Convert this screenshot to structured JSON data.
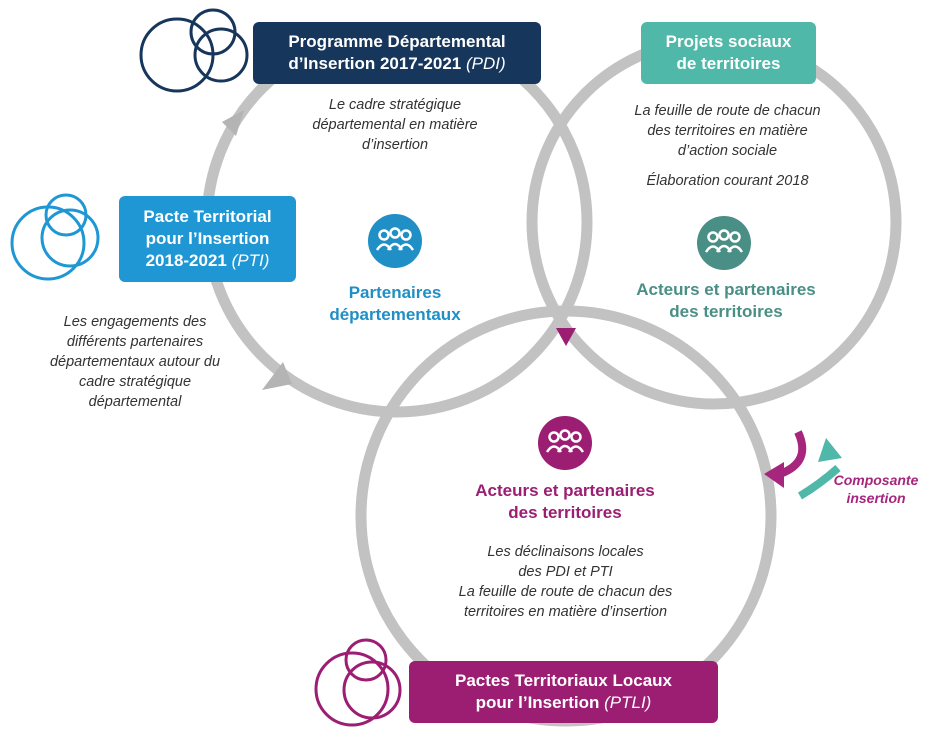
{
  "colors": {
    "navy": "#17365c",
    "blue": "#1f97d4",
    "teal": "#4fb8a8",
    "teal_dark": "#4a8f86",
    "magenta": "#9b1e73",
    "ring_gray": "#c2c2c2"
  },
  "pdi": {
    "title_line1": "Programme Départemental",
    "title_line2_main": "d’Insertion 2017-2021",
    "title_line2_abbr": "(PDI)",
    "desc": [
      "Le cadre stratégique",
      "départemental en matière",
      "d’insertion"
    ]
  },
  "pst": {
    "title_line1": "Projets sociaux",
    "title_line2": "de territoires",
    "desc": [
      "La feuille de route de chacun",
      "des territoires en matière",
      "d’action sociale"
    ],
    "desc_extra": "Élaboration courant 2018"
  },
  "pti": {
    "title_line1": "Pacte Territorial",
    "title_line2": "pour l’Insertion",
    "title_line3_main": "2018-2021",
    "title_line3_abbr": "(PTI)",
    "desc": [
      "Les engagements des",
      "différents partenaires",
      "départementaux autour du",
      "cadre stratégique",
      "départemental"
    ]
  },
  "ptli": {
    "title_line1": "Pactes Territoriaux Locaux",
    "title_line2_main": "pour l’Insertion",
    "title_line2_abbr": "(PTLI)",
    "desc": [
      "Les déclinaisons locales",
      "des PDI et PTI",
      "La feuille de route de chacun des",
      "territoires en matière d’insertion"
    ]
  },
  "groups": {
    "left": [
      "Partenaires",
      "départementaux"
    ],
    "right": [
      "Acteurs et partenaires",
      "des territoires"
    ],
    "bottom": [
      "Acteurs et partenaires",
      "des territoires"
    ]
  },
  "composante": [
    "Composante",
    "insertion"
  ],
  "icons": {
    "people": "people-group-icon",
    "rings": "overlapping-rings-icon",
    "arrow": "cycle-arrow-icon"
  }
}
